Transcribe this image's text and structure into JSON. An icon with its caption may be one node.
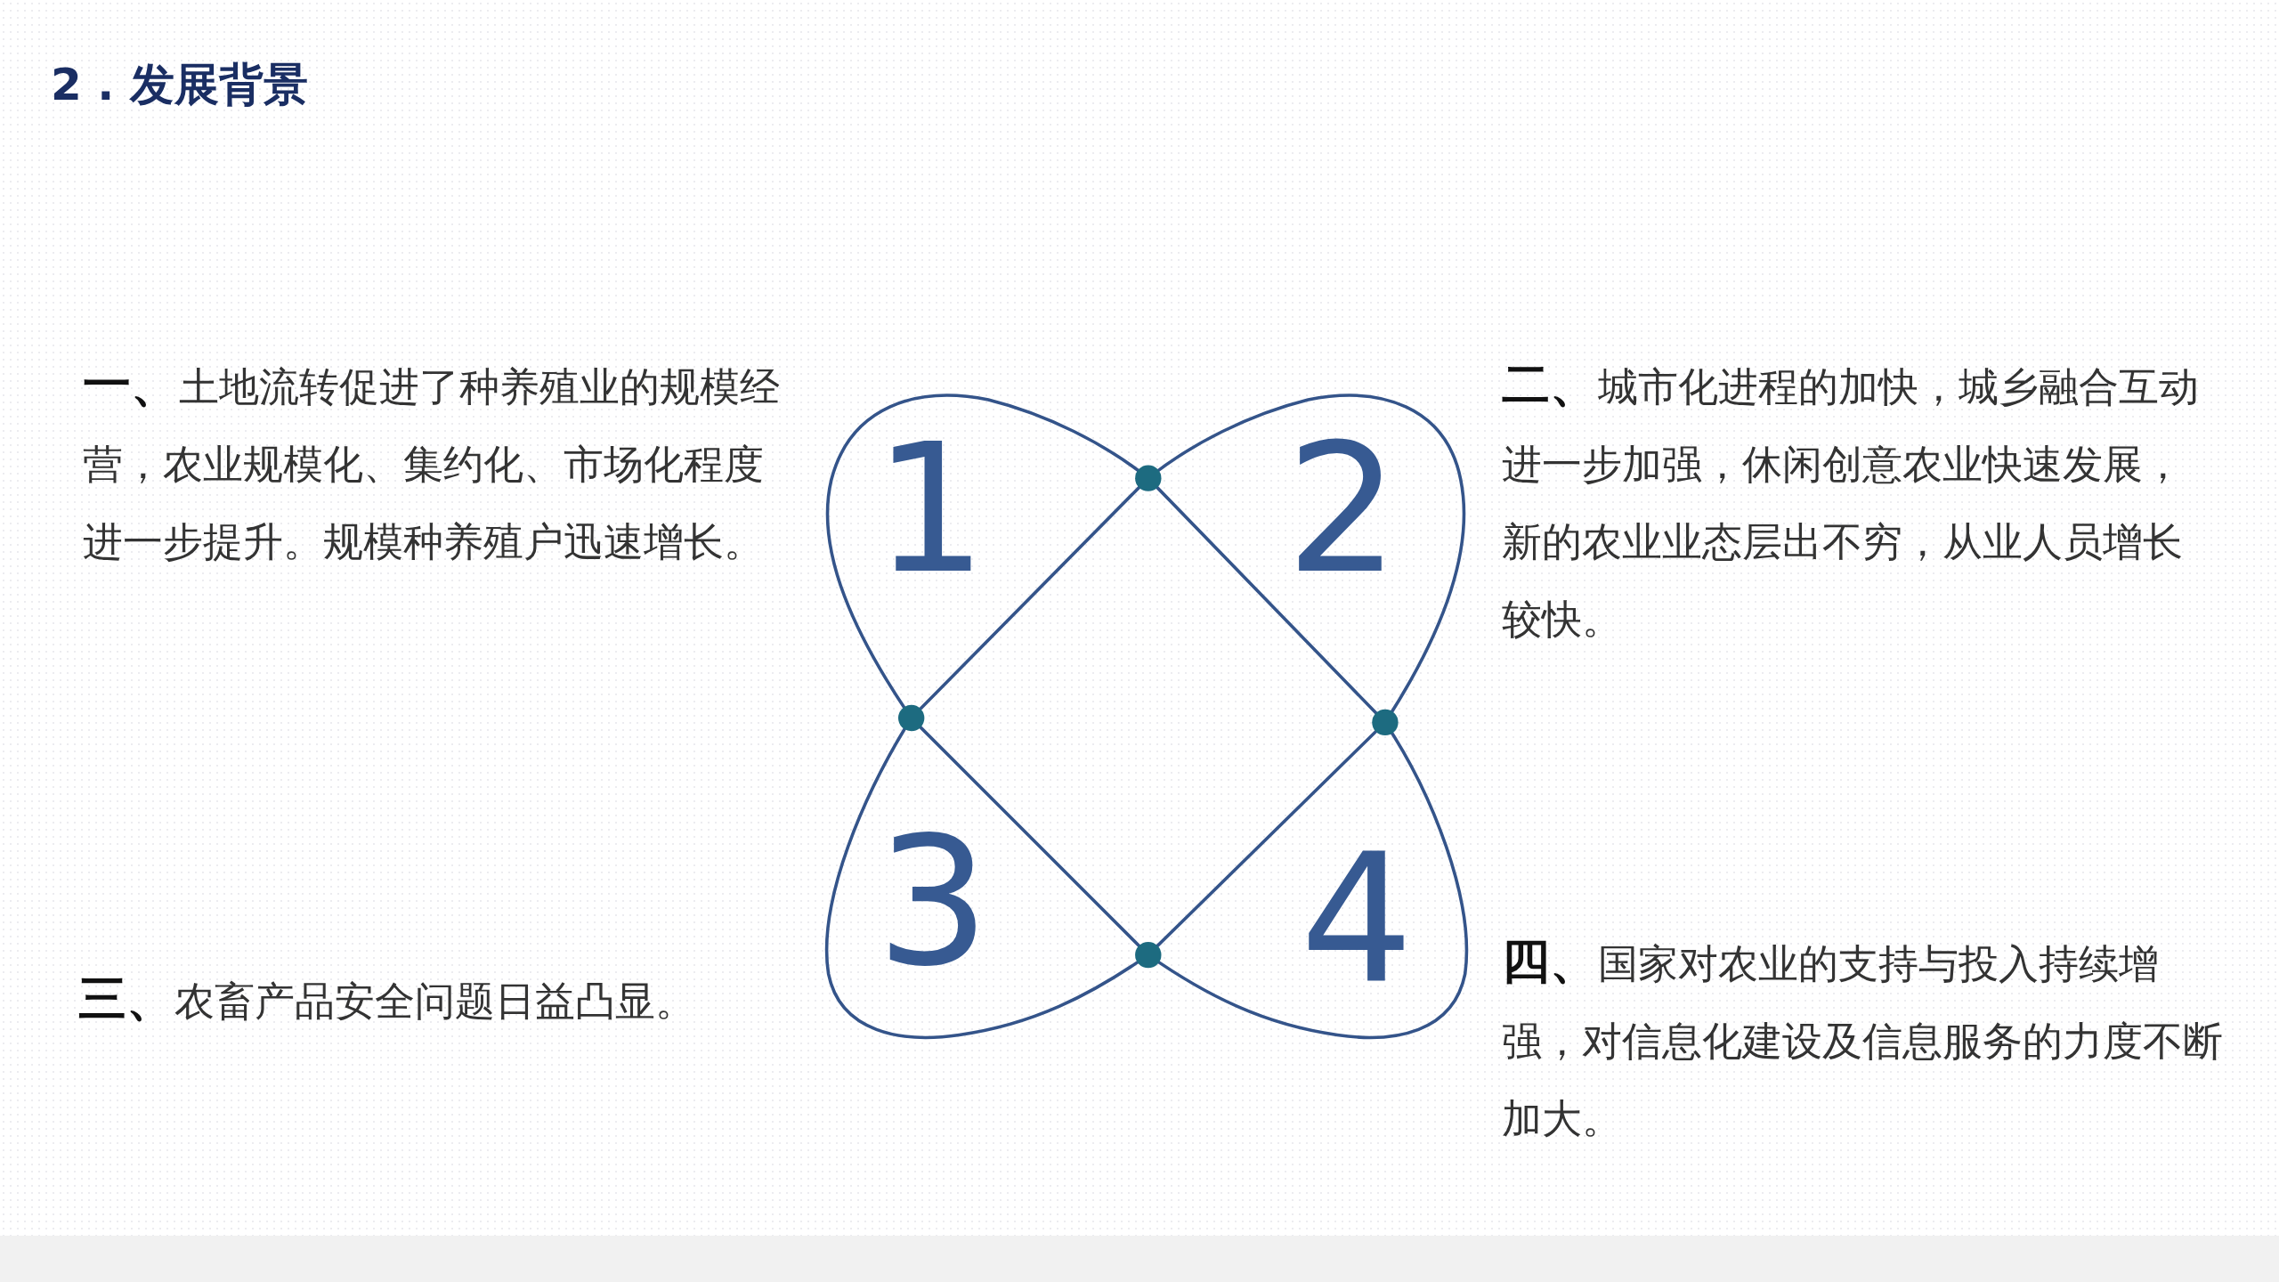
{
  "diagram": {
    "title": "2 . 发展背景",
    "labels": [
      "**一、**土地流转促进了种养殖业的规模经营，农业规模化、集约化、市场化程度进一步提升。规模种养殖户迅速增长。",
      "1",
      "2",
      "**二、**城市化进程的加快，城乡融合互动进一步加强，休闲创意农业快速发展，新的农业业态层出不穷，从业人员增长较快。",
      "3",
      "4",
      "**三、**农畜产品安全问题日益凸显。",
      "**四、**国家对农业的支持与投入持续增强，对信息化建设及信息服务的力度不断加大。"
    ]
  }
}
